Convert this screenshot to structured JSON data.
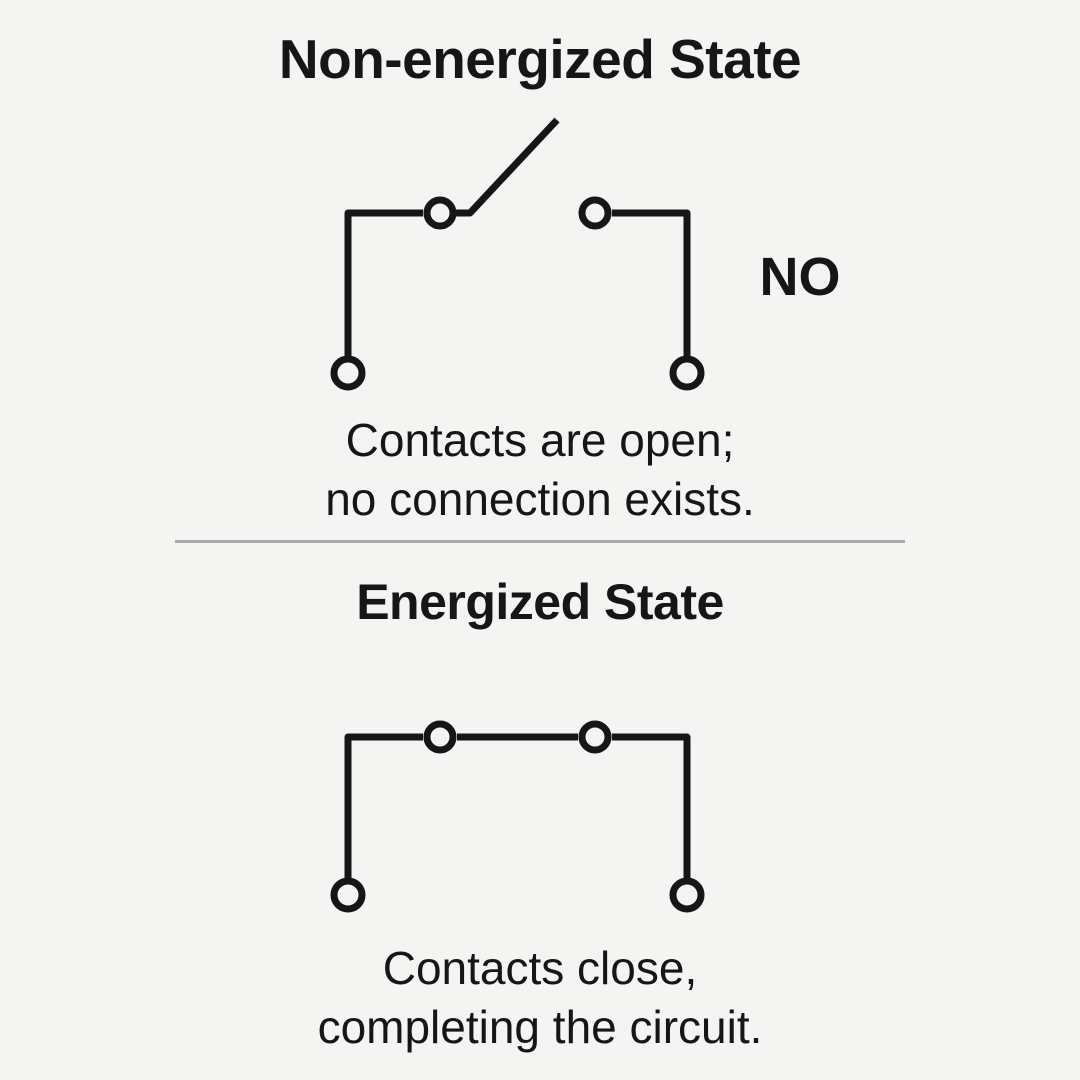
{
  "theme": {
    "background": "#f4f4f2",
    "ink": "#161616",
    "divider": "#a8a8a8"
  },
  "sections": {
    "non_energized": {
      "title": "Non-energized State",
      "contact_type_label": "NO",
      "caption_line1": "Contacts are open;",
      "caption_line2": "no connection exists."
    },
    "energized": {
      "title": "Energized State",
      "caption_line1": "Contacts close,",
      "caption_line2": "completing the circuit."
    }
  }
}
